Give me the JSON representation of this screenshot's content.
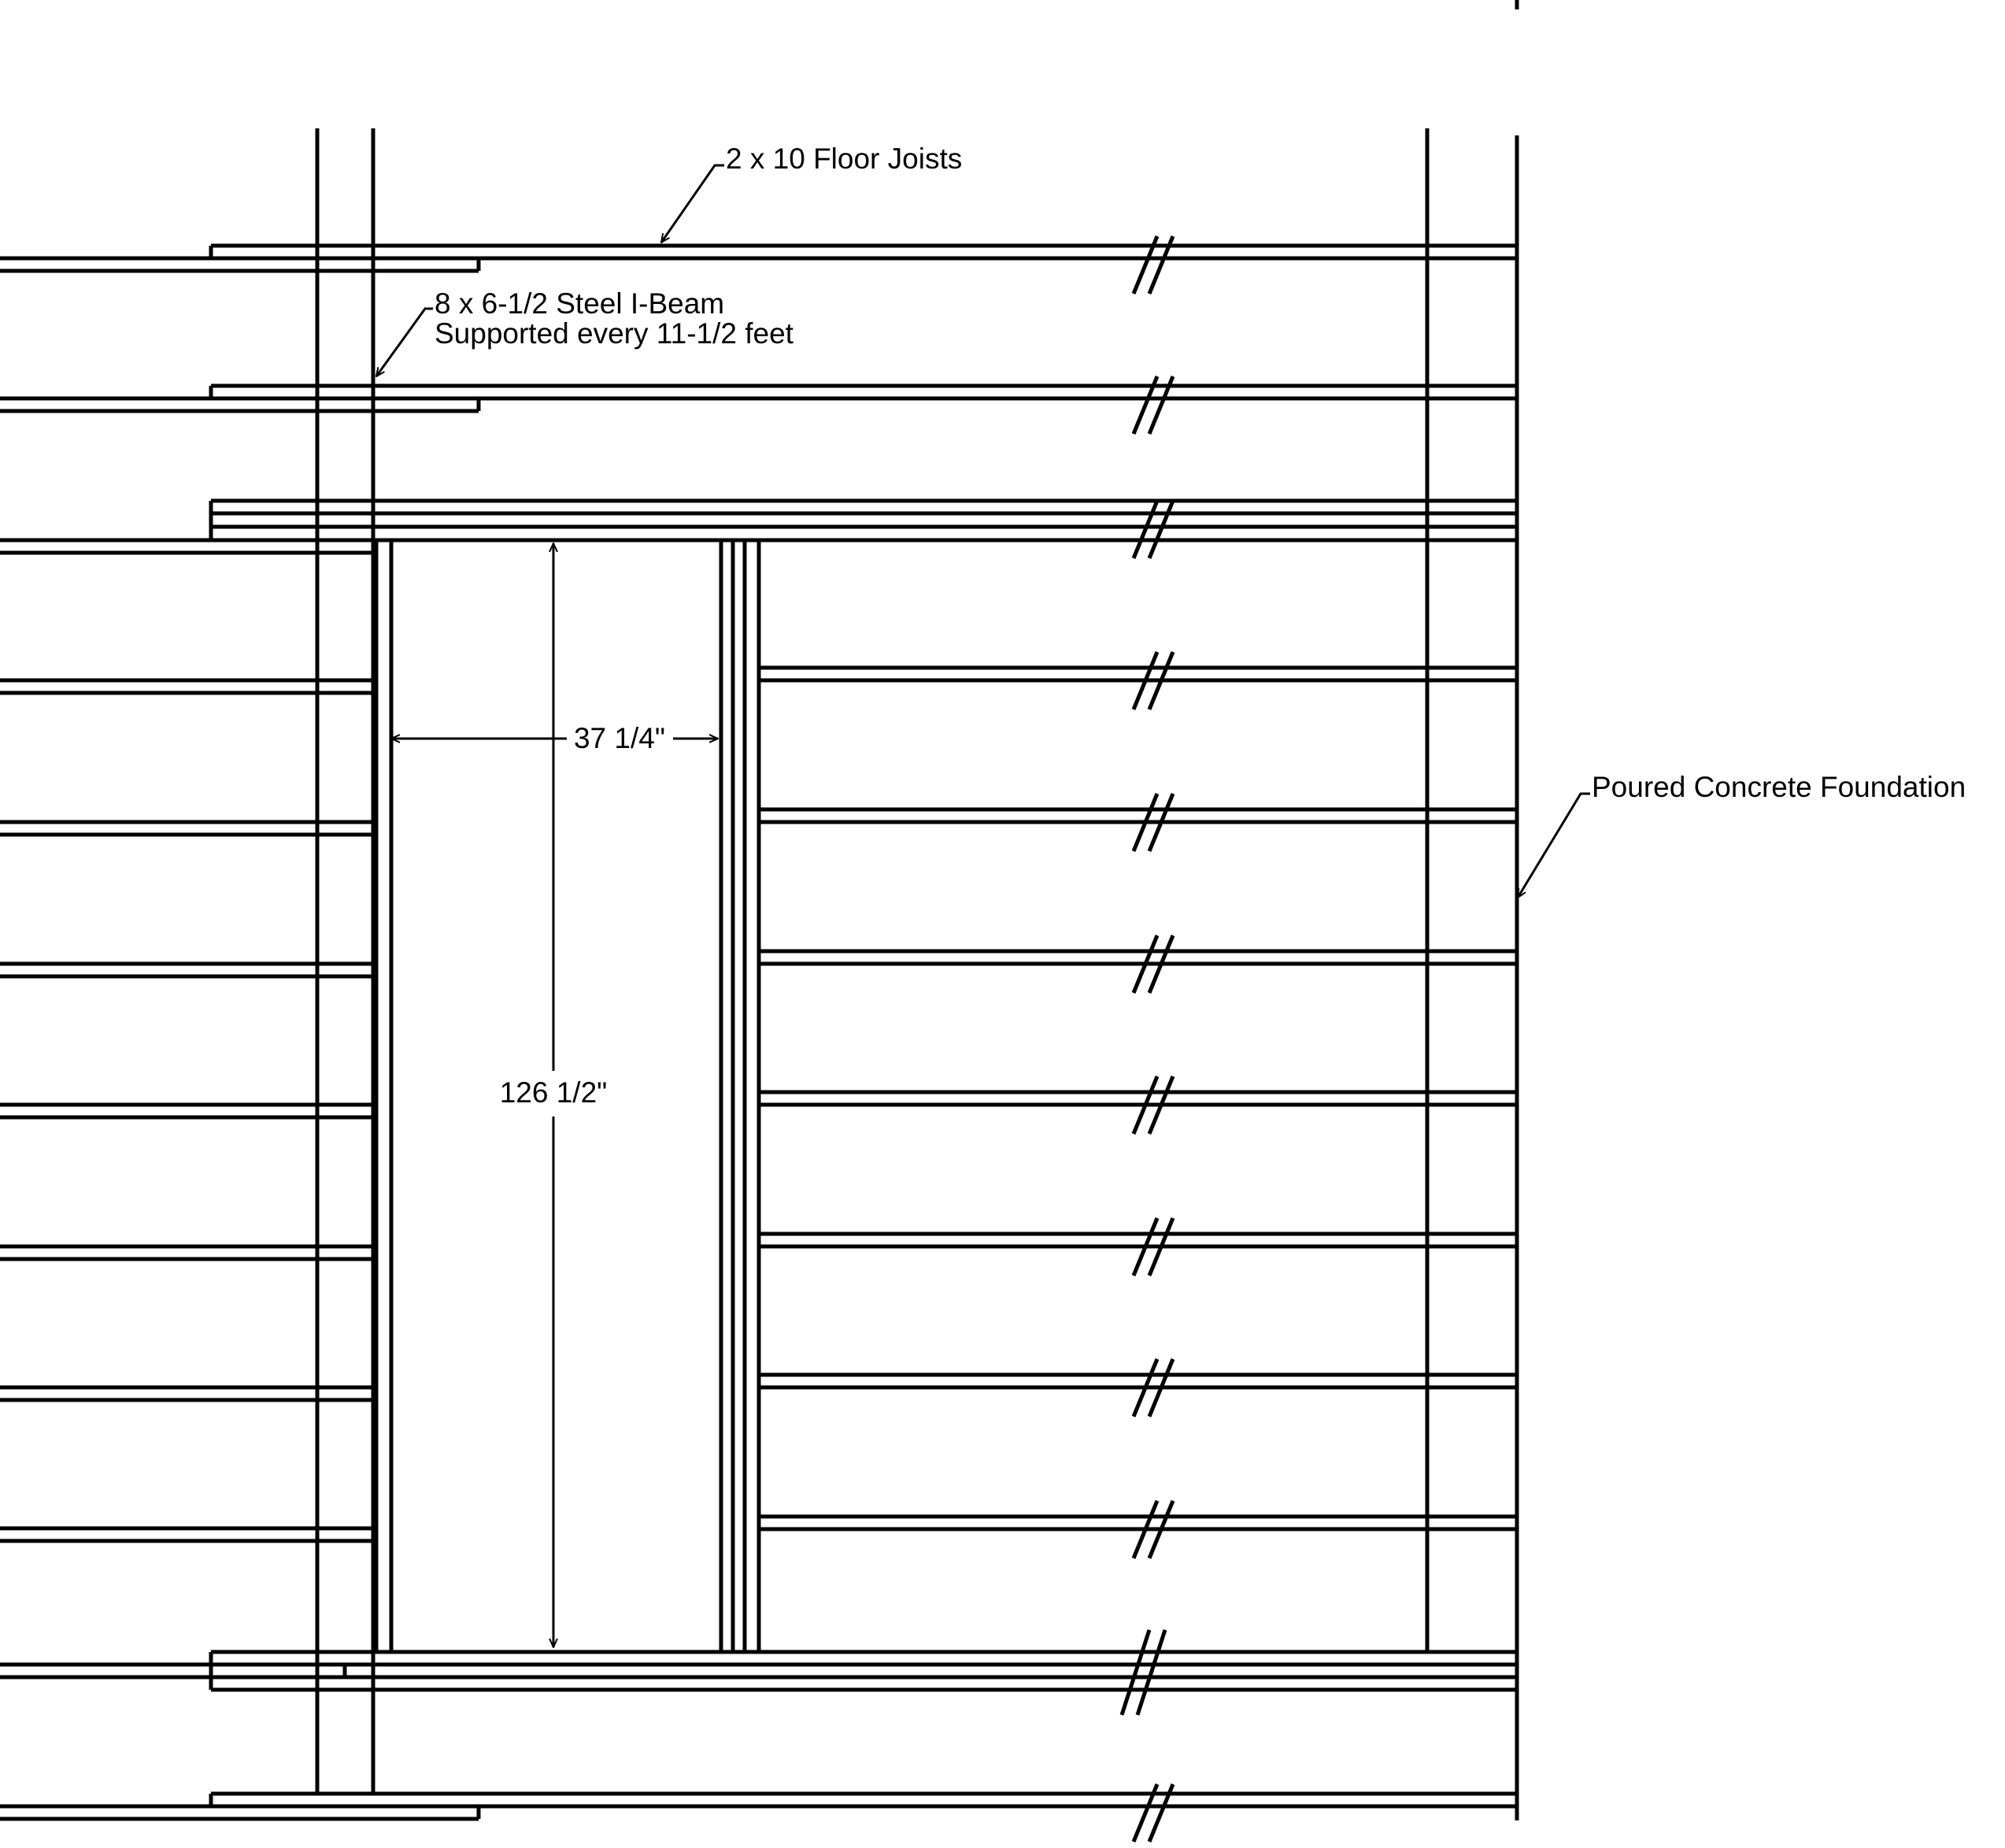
{
  "labels": {
    "floor_joists": "2 x 10 Floor Joists",
    "ibeam_line1": "8 x 6-1/2 Steel I-Beam",
    "ibeam_line2": "Supported every 11-1/2 feet",
    "foundation": "Poured Concrete Foundation"
  },
  "dimensions": {
    "opening_width": "37 1/4\"",
    "opening_length": "126 1/2\""
  }
}
